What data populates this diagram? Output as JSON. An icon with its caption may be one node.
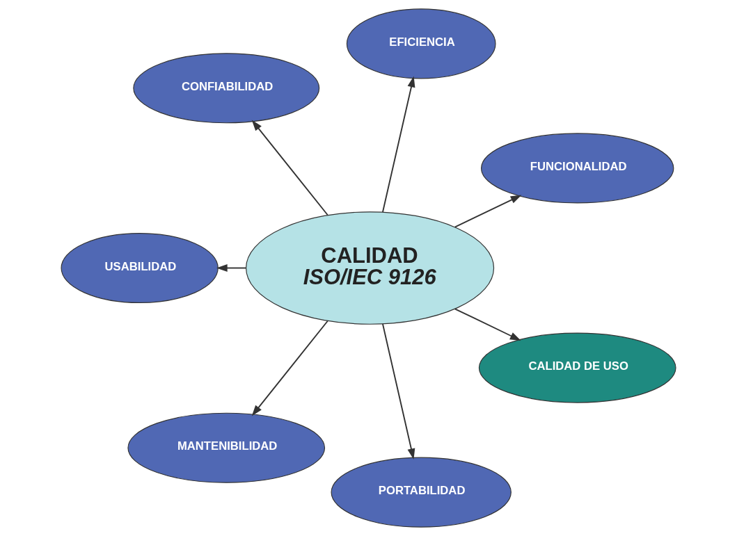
{
  "diagram": {
    "nodes": [
      {
        "text": [
          "CALIDAD",
          "ISO/IEC 9126"
        ]
      },
      {
        "text": [
          "FUNCIONALIDAD"
        ]
      },
      {
        "text": [
          "EFICIENCIA"
        ]
      },
      {
        "text": [
          "CONFIABILIDAD"
        ]
      },
      {
        "text": [
          "USABILIDAD"
        ]
      },
      {
        "text": [
          "MANTENIBILIDAD"
        ]
      },
      {
        "text": [
          "PORTABILIDAD"
        ]
      },
      {
        "text": [
          "CALIDAD DE USO"
        ]
      }
    ],
    "edges": [
      {
        "from": 0,
        "to": 1,
        "arrow": "to"
      },
      {
        "from": 0,
        "to": 2,
        "arrow": "to"
      },
      {
        "from": 0,
        "to": 3,
        "arrow": "to"
      },
      {
        "from": 0,
        "to": 4,
        "arrow": "to"
      },
      {
        "from": 0,
        "to": 5,
        "arrow": "to"
      },
      {
        "from": 0,
        "to": 6,
        "arrow": "to"
      },
      {
        "from": 0,
        "to": 7,
        "arrow": "to"
      }
    ]
  }
}
